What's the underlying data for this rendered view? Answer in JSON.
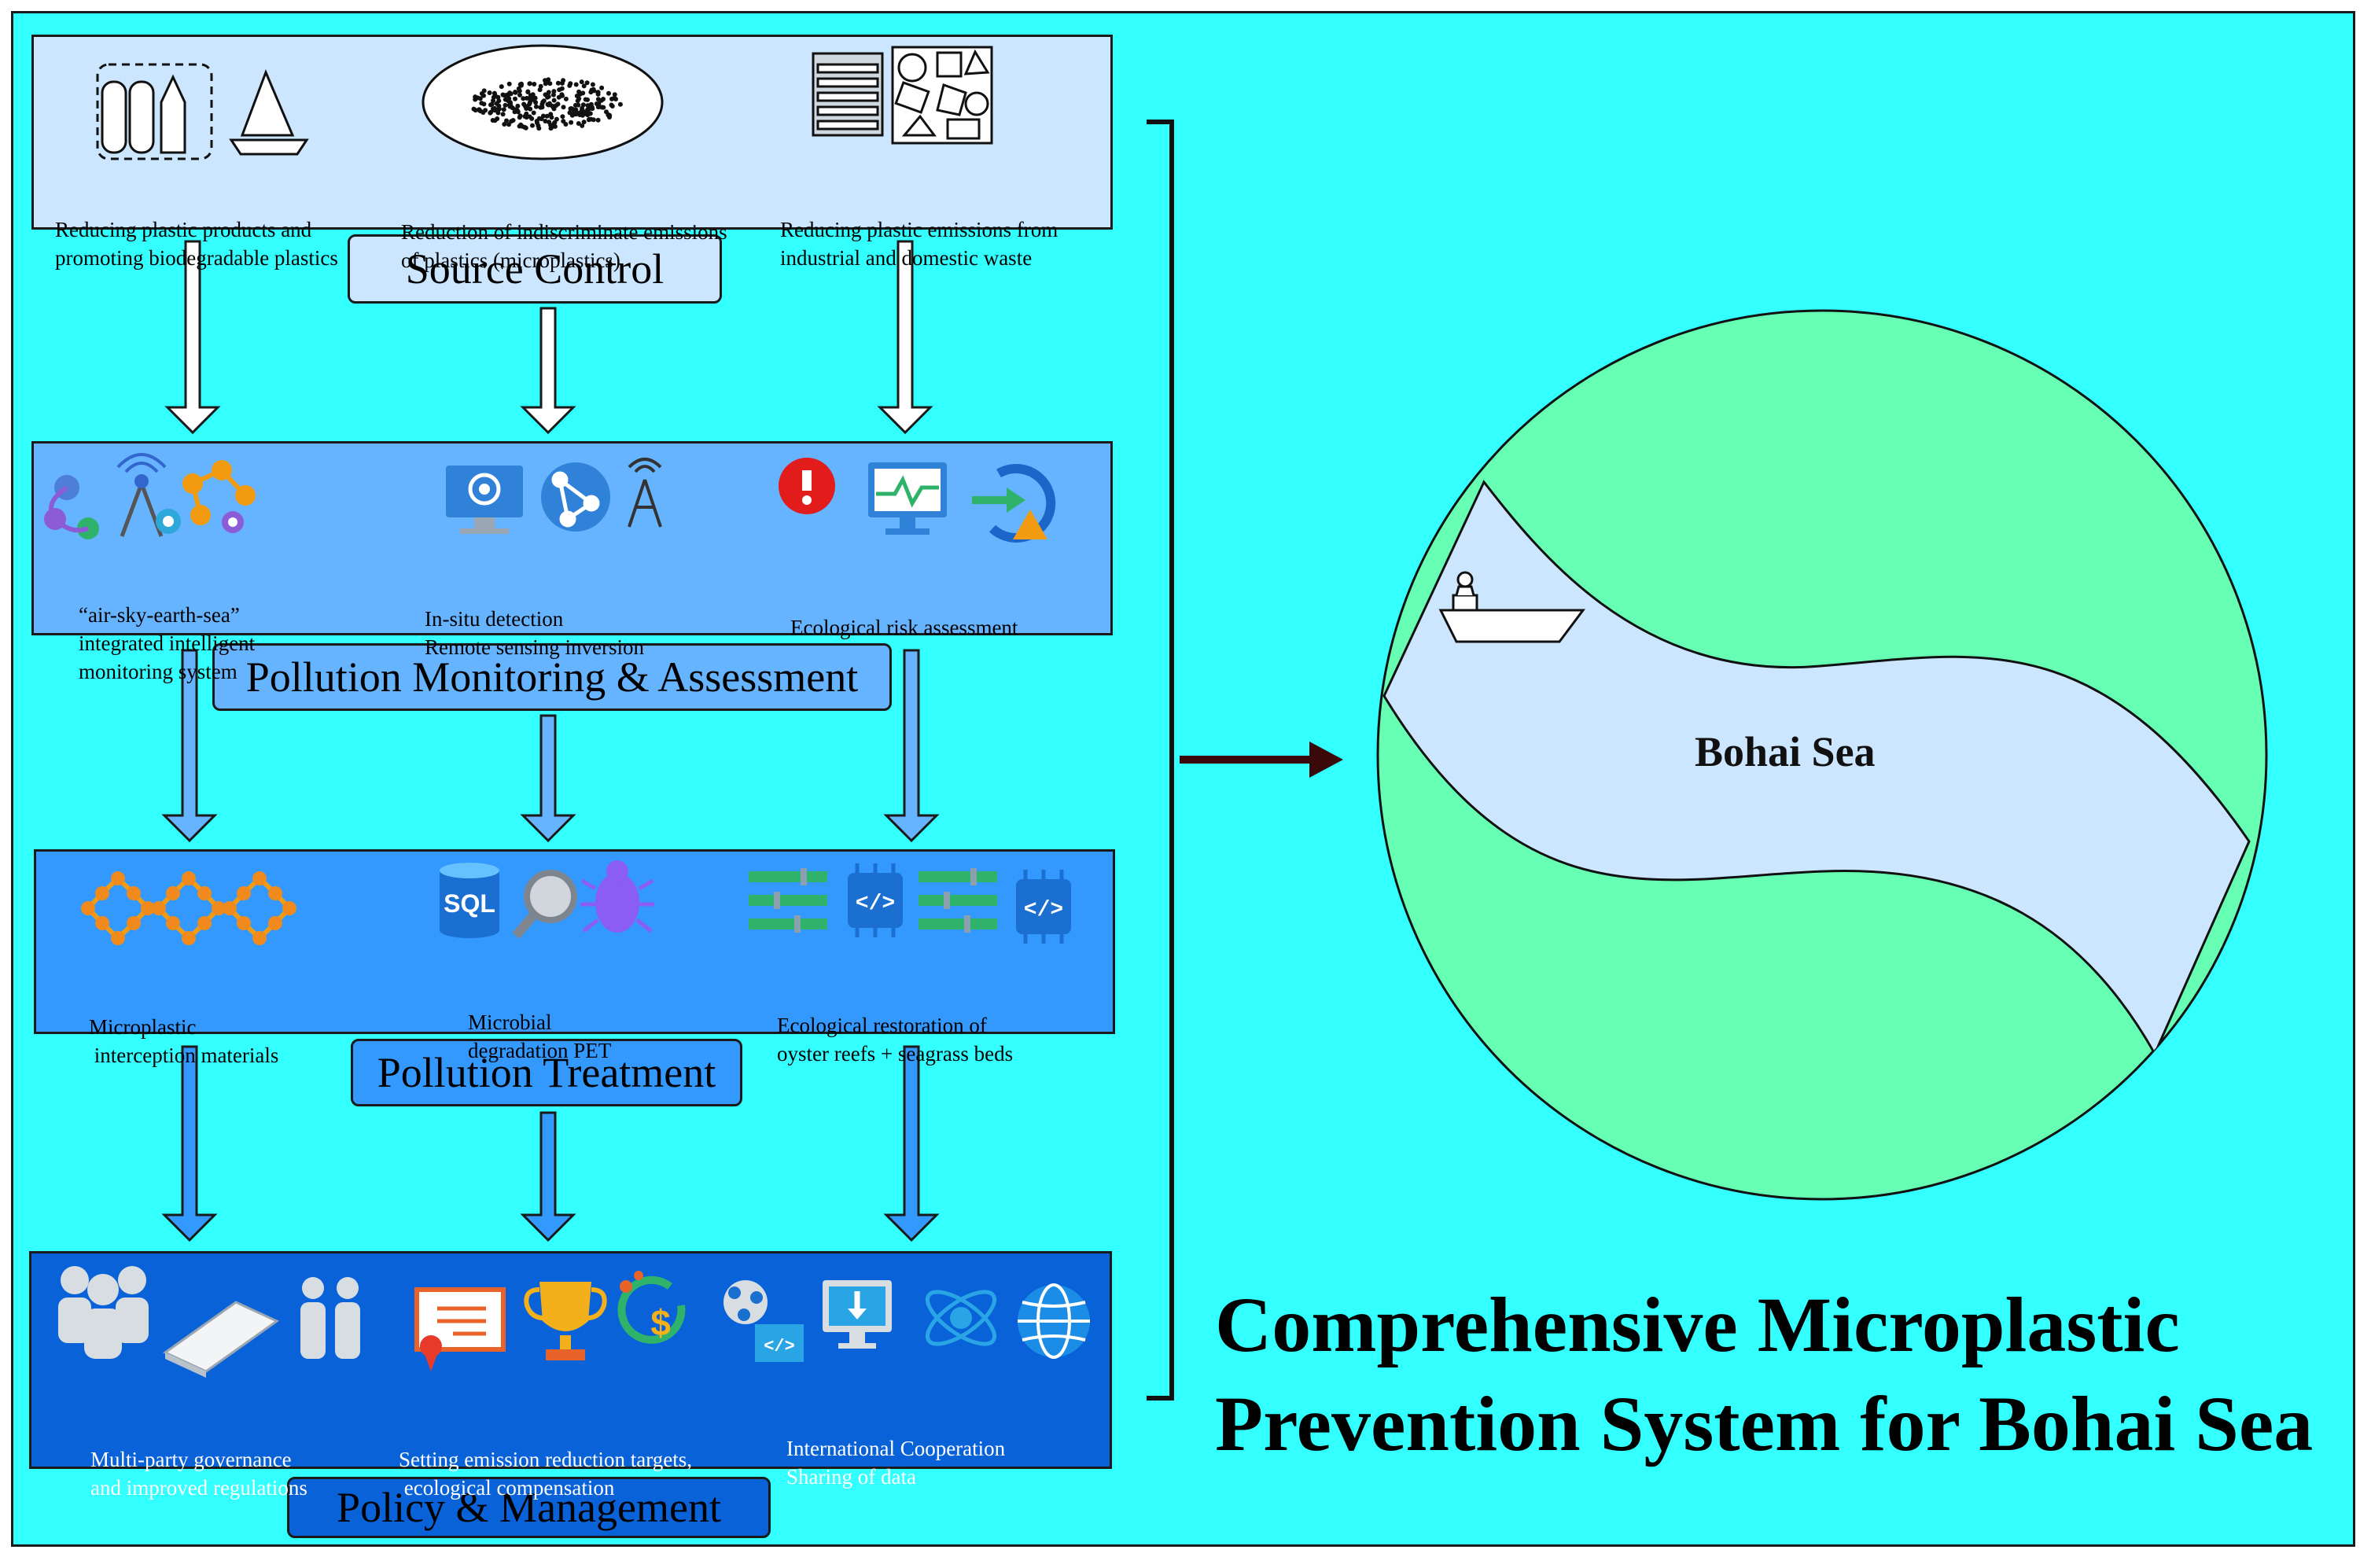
{
  "title": {
    "line1": "Comprehensive Microplastic",
    "line2": "Prevention System for Bohai Sea"
  },
  "sea_label": "Bohai Sea",
  "colors": {
    "background": "#33ffff",
    "source_panel": "#cce6ff",
    "monitoring_panel": "#66b3ff",
    "treatment_panel": "#3399ff",
    "policy_panel": "#0a62d9",
    "sea_circle": "#66ffb3",
    "sea_water": "#cce6ff"
  },
  "stages": [
    {
      "label": "Source Control",
      "items": [
        {
          "icon": "bottles-and-boat-icon",
          "lines": [
            "Reducing plastic products and",
            "promoting biodegradable plastics"
          ]
        },
        {
          "icon": "microplastic-particles-icon",
          "lines": [
            "Reduction of indiscriminate emissions",
            "of plastics (microplastics)"
          ]
        },
        {
          "icon": "industrial-waste-icon",
          "lines": [
            "Reducing plastic emissions from",
            "industrial and domestic waste"
          ]
        }
      ]
    },
    {
      "label": "Pollution Monitoring & Assessment",
      "items": [
        {
          "icon": "network-monitoring-icon",
          "lines": [
            "“air-sky-earth-sea”",
            "integrated intelligent",
            "monitoring system"
          ]
        },
        {
          "icon": "remote-sensing-icon",
          "lines": [
            "In-situ detection",
            "Remote sensing inversion"
          ]
        },
        {
          "icon": "risk-alert-icon",
          "lines": [
            "Ecological risk assessment"
          ]
        }
      ]
    },
    {
      "label": "Pollution Treatment",
      "items": [
        {
          "icon": "molecular-lattice-icon",
          "lines": [
            "Microplastic",
            " interception materials"
          ]
        },
        {
          "icon": "sql-bug-icon",
          "lines": [
            "Microbial",
            "degradation PET"
          ]
        },
        {
          "icon": "restoration-chip-icon",
          "lines": [
            "Ecological restoration of",
            "oyster reefs + seagrass beds"
          ]
        }
      ]
    },
    {
      "label": "Policy & Management",
      "items": [
        {
          "icon": "people-governance-icon",
          "lines": [
            "Multi-party governance",
            "and improved regulations"
          ]
        },
        {
          "icon": "certificate-trophy-icon",
          "lines": [
            "Setting emission reduction targets,",
            " ecological compensation"
          ]
        },
        {
          "icon": "globe-cooperation-icon",
          "lines": [
            "International Cooperation",
            "Sharing of data"
          ]
        }
      ]
    }
  ]
}
